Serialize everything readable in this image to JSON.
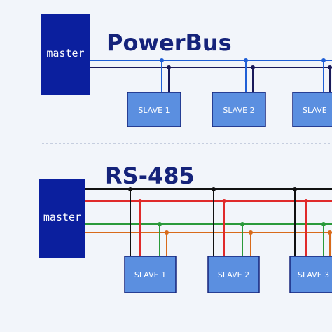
{
  "diagrams": {
    "powerbus": {
      "title": "PowerBus",
      "master_label": "master",
      "slaves": [
        "SLAVE 1",
        "SLAVE 2",
        "SLAVE"
      ]
    },
    "rs485": {
      "title": "RS-485",
      "master_label": "master",
      "slaves": [
        "SLAVE 1",
        "SLAVE 2",
        "SLAVE 3"
      ]
    }
  },
  "colors": {
    "background": "#f2f5fa",
    "master_fill": "#0b1f9e",
    "slave_fill": "#5b8fe0",
    "title": "#15237a",
    "bus_blue": "#1f5fd6",
    "bus_navy": "#1a1a5a",
    "wire_black": "#111111",
    "wire_red": "#e02a2a",
    "wire_green": "#2a9a3a",
    "wire_orange": "#d86a1a",
    "divider": "#9aa6c4"
  }
}
